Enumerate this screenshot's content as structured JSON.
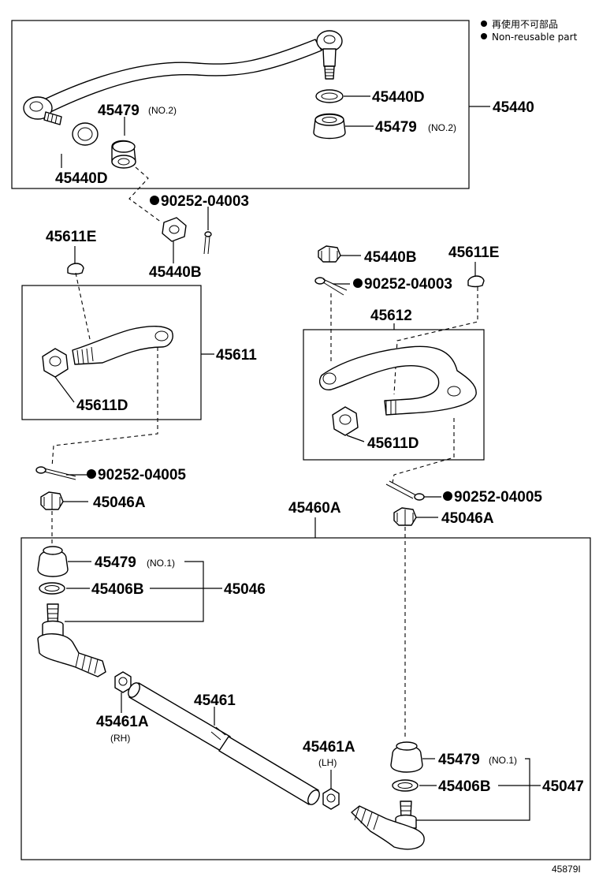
{
  "legend": {
    "jp": "再使用不可部品",
    "en": "Non-reusable part"
  },
  "figure_id": "45879I",
  "labels": {
    "p45440": "45440",
    "p45440D_right": "45440D",
    "p45479_upper_right": "45479",
    "p45479_upper_right_note": "(NO.2)",
    "p45479_upper_left": "45479",
    "p45479_upper_left_note": "(NO.2)",
    "p45440D_left": "45440D",
    "p90252_04003_top": "90252-04003",
    "p45440B_left": "45440B",
    "p45611E_left": "45611E",
    "p45611": "45611",
    "p45611D_left": "45611D",
    "p90252_04005_left": "90252-04005",
    "p45046A_left": "45046A",
    "p45440B_right": "45440B",
    "p45611E_right": "45611E",
    "p90252_04003_right": "90252-04003",
    "p45612": "45612",
    "p45611D_right": "45611D",
    "p90252_04005_right": "90252-04005",
    "p45046A_right": "45046A",
    "p45460A": "45460A",
    "p45479_lower_left": "45479",
    "p45479_lower_left_note": "(NO.1)",
    "p45406B_left": "45406B",
    "p45046": "45046",
    "p45461": "45461",
    "p45461A_rh": "45461A",
    "p45461A_rh_note": "(RH)",
    "p45461A_lh": "45461A",
    "p45461A_lh_note": "(LH)",
    "p45479_lower_right": "45479",
    "p45479_lower_right_note": "(NO.1)",
    "p45406B_right": "45406B",
    "p45047": "45047"
  }
}
